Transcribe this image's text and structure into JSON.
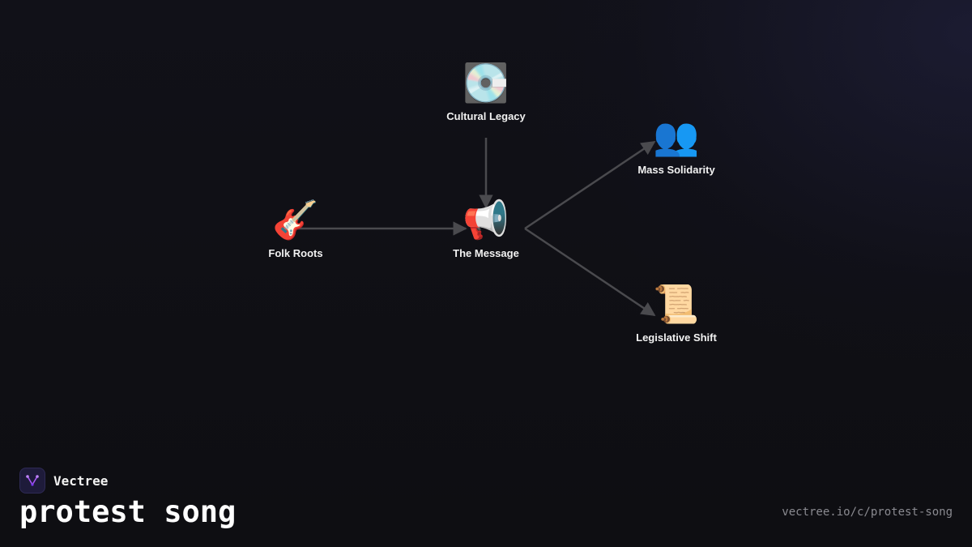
{
  "diagram": {
    "nodes": [
      {
        "id": "cultural-legacy",
        "icon": "💽",
        "icon_name": "minidisc-icon",
        "label": "Cultural Legacy"
      },
      {
        "id": "folk-roots",
        "icon": "🎸",
        "icon_name": "guitar-icon",
        "label": "Folk Roots"
      },
      {
        "id": "the-message",
        "icon": "📢",
        "icon_name": "megaphone-icon",
        "label": "The Message"
      },
      {
        "id": "mass-solidarity",
        "icon": "👥",
        "icon_name": "people-icon",
        "label": "Mass Solidarity"
      },
      {
        "id": "legislative-shift",
        "icon": "📜",
        "icon_name": "scroll-icon",
        "label": "Legislative Shift"
      }
    ],
    "edges": [
      {
        "from": "cultural-legacy",
        "to": "the-message"
      },
      {
        "from": "folk-roots",
        "to": "the-message"
      },
      {
        "from": "the-message",
        "to": "mass-solidarity"
      },
      {
        "from": "the-message",
        "to": "legislative-shift"
      }
    ],
    "edge_color": "#4a4a4e"
  },
  "brand": {
    "name": "Vectree",
    "logo_icon": "vectree-logo-icon",
    "accent": "#a855f7"
  },
  "footer": {
    "title": "protest song",
    "url": "vectree.io/c/protest-song"
  }
}
